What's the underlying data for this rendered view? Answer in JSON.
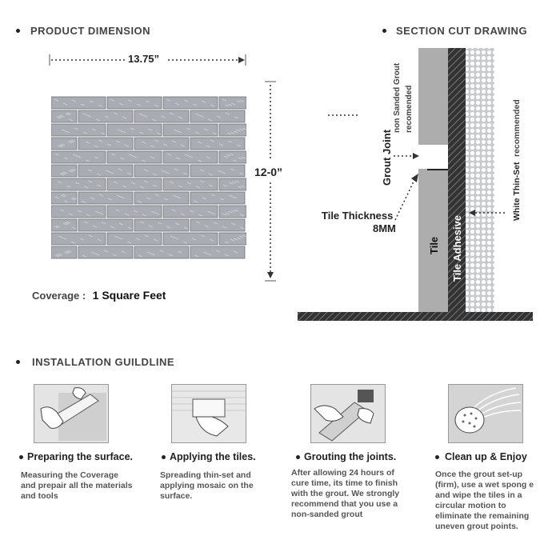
{
  "product_dimension": {
    "heading": "PRODUCT DIMENSION",
    "width_label": "13.75”",
    "height_label": "12-0”",
    "coverage_label": "Coverage :",
    "coverage_value": "1 Square Feet",
    "tile_color": "#a9adb3"
  },
  "section_cut": {
    "heading": "SECTION CUT DRAWING",
    "grout_joint": "Grout Joint",
    "grout_note_1": "non Sanded Grout",
    "grout_note_2": "recomended",
    "tile_thickness": "Tile Thickness",
    "thickness_value": "8MM",
    "tile_label": "Tile",
    "adhesive_label": "Tile Adhesive",
    "white_thinset": "White Thin-Set",
    "white_thinset_note": "recommended"
  },
  "installation": {
    "heading": "INSTALLATION GUILDLINE",
    "steps": [
      {
        "icon": "measuring-icon",
        "title": "Preparing the surface.",
        "description": "Measuring the Coverage and prepair all the materials and tools"
      },
      {
        "icon": "trowel-icon",
        "title": "Applying the tiles.",
        "description": "Spreading thin-set and applying mosaic on the surface."
      },
      {
        "icon": "grout-float-icon",
        "title": "Grouting the joints.",
        "description": "After allowing 24 hours of cure time, its time to finish with the grout. We strongly recommend that you use a non-sanded grout"
      },
      {
        "icon": "sponge-icon",
        "title": "Clean up & Enjoy",
        "description": "Once the grout set-up (firm), use a wet spong e and wipe the tiles in a circular motion to eliminate the remaining uneven grout points."
      }
    ]
  }
}
